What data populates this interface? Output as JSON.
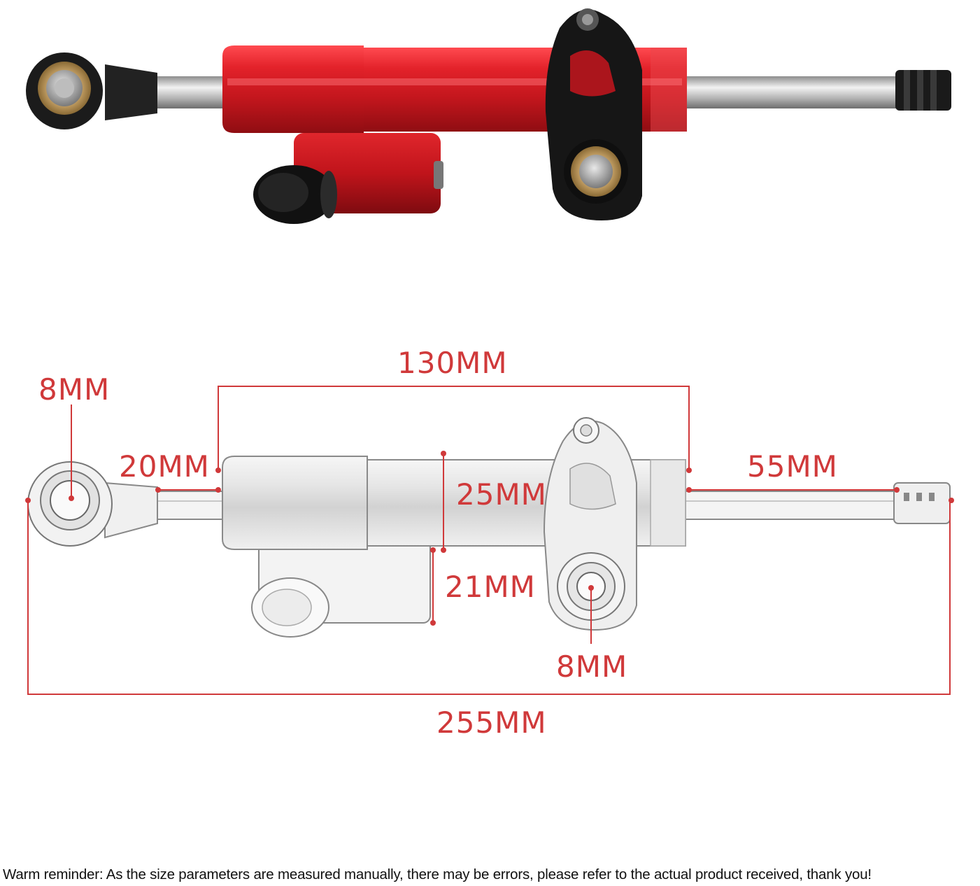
{
  "colors": {
    "accent": "#d0393a",
    "damper_red": "#d11a22",
    "bracket_black": "#161616"
  },
  "icons": {
    "top_product": "steering-damper-red-photo",
    "bottom_product": "steering-damper-silver-drawing"
  },
  "dimensions": {
    "overall_length": "255MM",
    "body_length": "130MM",
    "rod_end_hole_left": "8MM",
    "rod_end_hole_bracket": "8MM",
    "rod_exposed_left": "20MM",
    "rod_exposed_right": "55MM",
    "body_diameter": "25MM",
    "reservoir_diameter": "21MM"
  },
  "footer": {
    "reminder": "Warm reminder: As the size parameters are measured manually, there may be errors, please refer to the actual product received, thank you!"
  }
}
